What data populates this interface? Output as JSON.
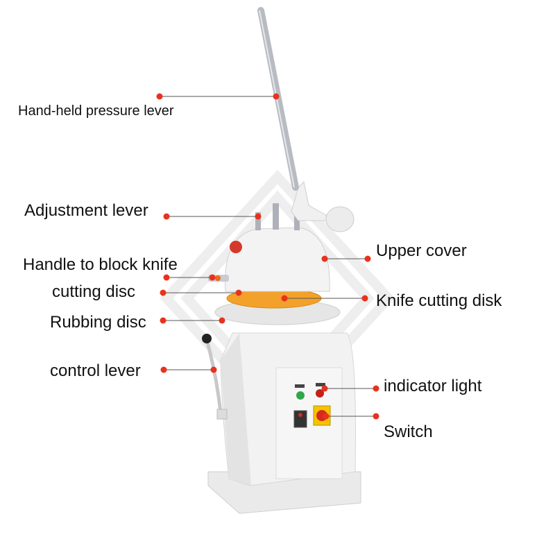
{
  "colors": {
    "callout_dot": "#e8321e",
    "leader_line": "#555555",
    "machine_body": "#f2f2f2",
    "machine_shadow": "#d6d6d6",
    "disk_orange": "#f2a12a",
    "lever_metal": "#b8bcc2",
    "watermark": "#eeeeee"
  },
  "labels": {
    "pressure_lever": "Hand-held pressure lever",
    "adjustment_lever": "Adjustment lever",
    "handle_block_knife": "Handle to block knife",
    "cutting_disc": "cutting disc",
    "rubbing_disc": "Rubbing disc",
    "control_lever": "control lever",
    "upper_cover": "Upper cover",
    "knife_cutting_disk": "Knife cutting disk",
    "indicator_light": "indicator light",
    "switch": "Switch"
  }
}
